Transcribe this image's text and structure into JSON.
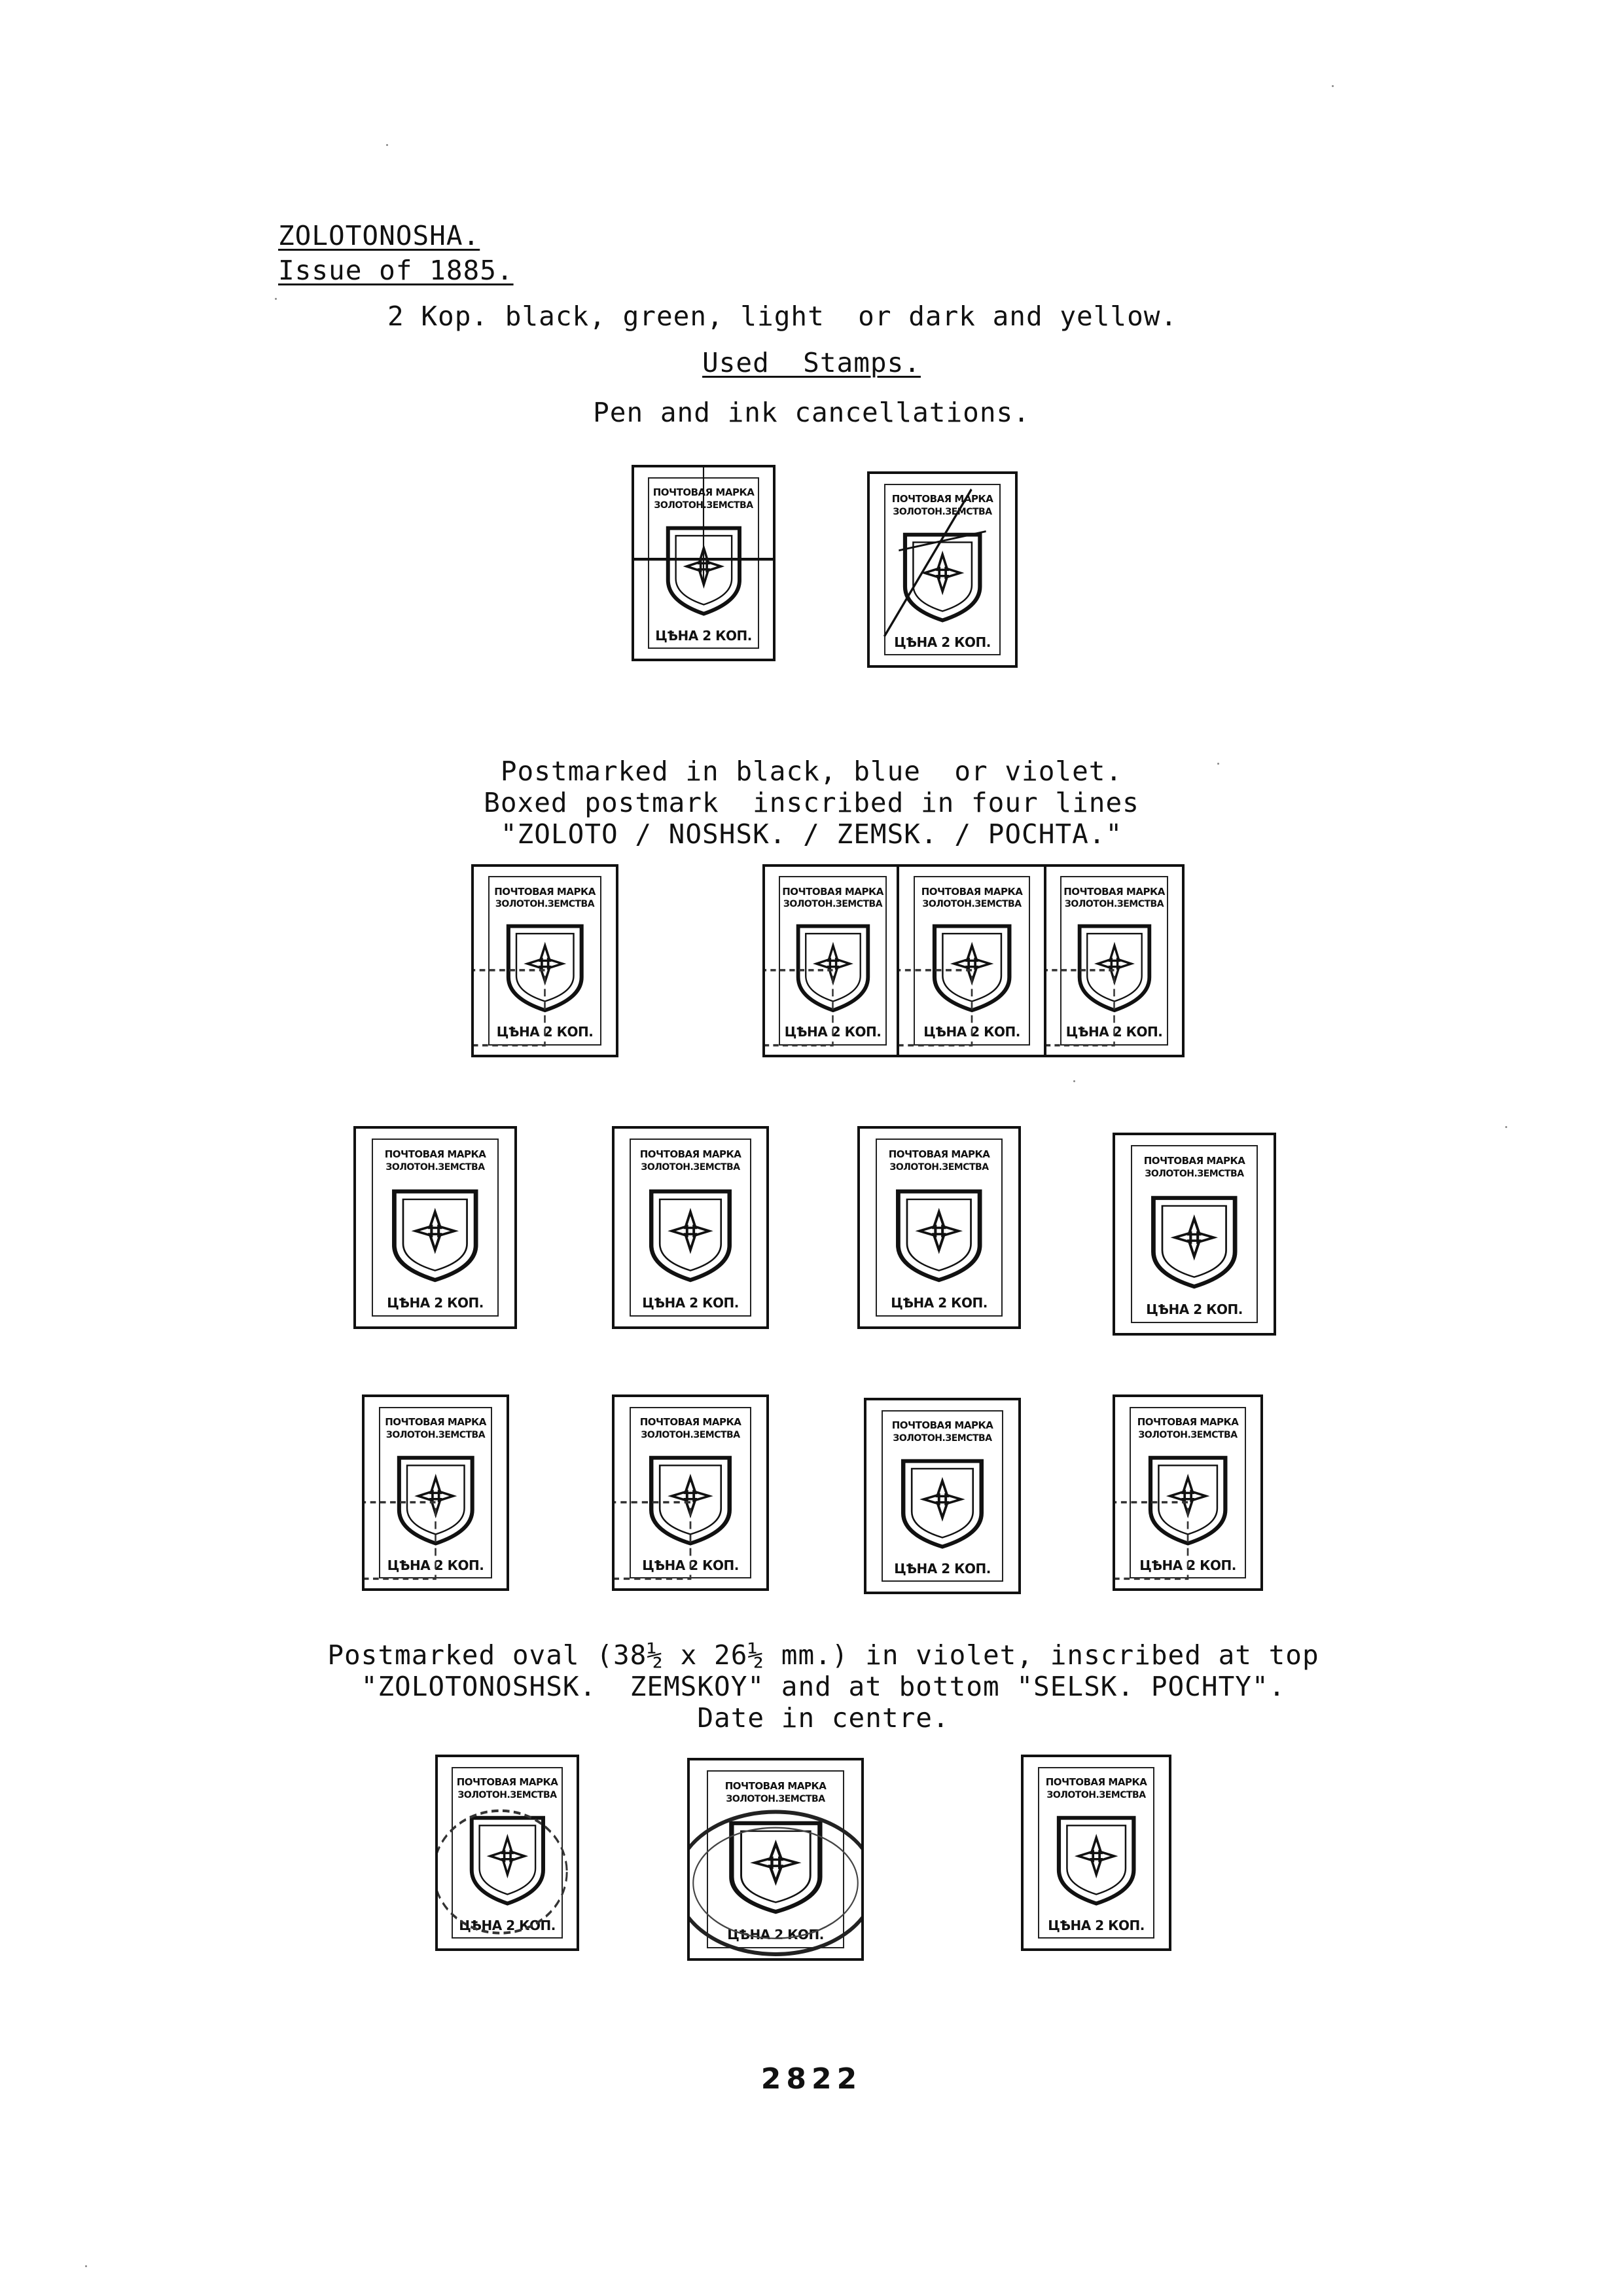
{
  "heading": {
    "title": "ZOLOTONOSHA.",
    "issue": "Issue of 1885."
  },
  "description": {
    "line1": "2 Kop. black, green, light  or dark and yellow.",
    "used_stamps": "Used  Stamps.",
    "pen_ink": "Pen and ink cancellations."
  },
  "section_boxed": {
    "line1": "Postmarked in black, blue  or violet.",
    "line2": "Boxed postmark  inscribed in four lines",
    "line3": "\"ZOLOTO / NOSHSK. / ZEMSK. / POCHTA.\""
  },
  "section_oval": {
    "line1": "Postmarked oval (38½ x 26½ mm.) in violet, inscribed at top",
    "line2": "\"ZOLOTONOSHSK.  ZEMSKOY\" and at bottom \"SELSK. POCHTY\".",
    "line3": "Date in centre."
  },
  "stamp_text": {
    "top1": "ПОЧТОВАЯ МАРКА",
    "top2": "ЗОЛОТОН.ЗЕМСТВА",
    "bottom": "ЦѢНА 2 КОП."
  },
  "page_number": "2822"
}
